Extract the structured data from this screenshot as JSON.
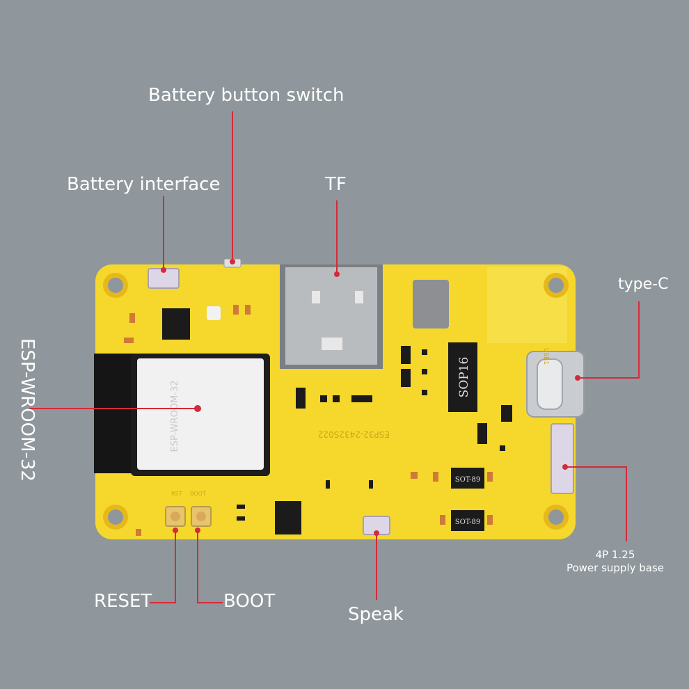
{
  "labels": {
    "battery_button_switch": "Battery button switch",
    "battery_interface": "Battery interface",
    "tf": "TF",
    "type_c": "type-C",
    "esp_wroom_32": "ESP-WROOM-32",
    "reset": "RESET",
    "boot": "BOOT",
    "speak": "Speak",
    "power_base_line1": "4P 1.25",
    "power_base_line2": "Power supply base"
  },
  "board_markings": {
    "module_text": "ESP-WROOM-32",
    "chip_sop16": "SOP16",
    "chip_sot1": "SOT-89",
    "chip_sot2": "SOT-89",
    "board_model": "ESP32-2432S022",
    "rst_silk": "RST",
    "boot_silk": "BOOT",
    "usb_silk": "USB1"
  },
  "colors": {
    "background": "#8f979c",
    "board": "#f5d82b",
    "leader_line": "#d42a3a",
    "label_text": "#ffffff"
  }
}
